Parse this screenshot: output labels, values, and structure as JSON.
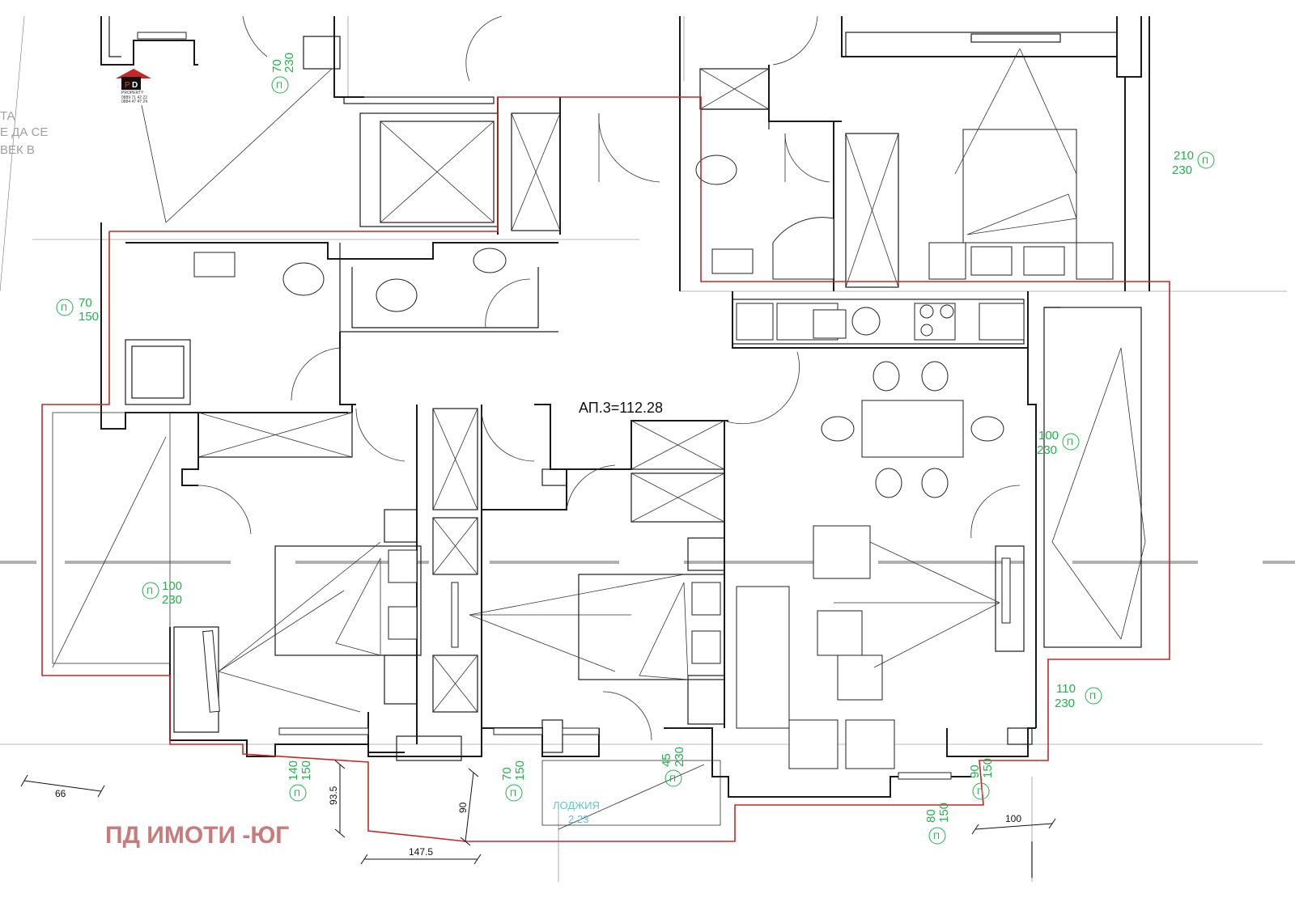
{
  "apartment": {
    "label": "АП.3=112.28"
  },
  "loggia": {
    "name": "ЛОДЖИЯ",
    "area": "2.23"
  },
  "watermark": "ПД ИМОТИ -ЮГ",
  "logo": {
    "name": "PROPERTY",
    "phone1": "0889 71 42 22",
    "phone2": "0884 47 47 24",
    "color": "#c62828"
  },
  "ghost_text": [
    "ТА",
    "Е ДА СЕ",
    "ВЕК В"
  ],
  "window_marker": "П",
  "windows": [
    {
      "id": "w1",
      "width": "70",
      "height": "230"
    },
    {
      "id": "w2",
      "width": "210",
      "height": "230"
    },
    {
      "id": "w3",
      "width": "70",
      "height": "150"
    },
    {
      "id": "w4",
      "width": "100",
      "height": "230"
    },
    {
      "id": "w5",
      "width": "100",
      "height": "230"
    },
    {
      "id": "w6",
      "width": "110",
      "height": "230"
    },
    {
      "id": "w7",
      "width": "140",
      "height": "150"
    },
    {
      "id": "w8",
      "width": "70",
      "height": "150"
    },
    {
      "id": "w9",
      "width": "45",
      "height": "230"
    },
    {
      "id": "w10",
      "width": "90",
      "height": "150"
    },
    {
      "id": "w11",
      "width": "80",
      "height": "150"
    }
  ],
  "dimensions": [
    "66",
    "93.5",
    "90",
    "147.5",
    "100"
  ],
  "colors": {
    "boundary": "#c62828",
    "window_text": "#22b14c",
    "loggia_text": "#5dc7cf",
    "watermark": "#c97a7a"
  }
}
